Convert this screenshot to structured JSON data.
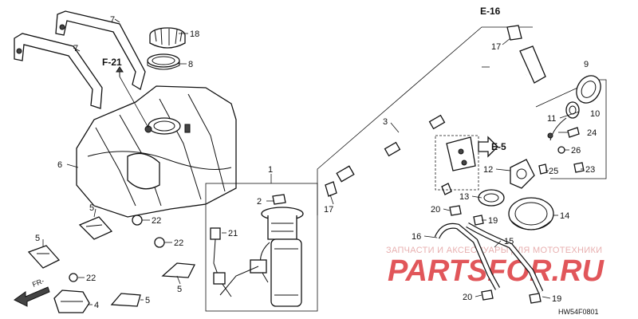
{
  "diagram": {
    "code": "HW54F0801",
    "watermark": {
      "caption": "ЗАПЧАСТИ И АКСЕССУАРЫ ДЛЯ МОТОТЕХНИКИ",
      "brand": "PARTSFOR.RU"
    },
    "references": {
      "e16": "E-16",
      "f21": "F-21",
      "e5": "E-5",
      "fr": "FR-"
    },
    "callouts": {
      "c1": "1",
      "c2": "2",
      "c3": "3",
      "c4": "4",
      "c5a": "5",
      "c5b": "5",
      "c5c": "5",
      "c5d": "5",
      "c6": "6",
      "c7a": "7",
      "c7b": "7",
      "c8": "8",
      "c9": "9",
      "c10": "10",
      "c11": "11",
      "c12": "12",
      "c13": "13",
      "c14": "14",
      "c15": "15",
      "c16": "16",
      "c17a": "17",
      "c17b": "17",
      "c18": "18",
      "c19a": "19",
      "c19b": "19",
      "c20a": "20",
      "c20b": "20",
      "c21": "21",
      "c22a": "22",
      "c22b": "22",
      "c22c": "22",
      "c23": "23",
      "c24": "24",
      "c25": "25",
      "c26": "26"
    }
  }
}
